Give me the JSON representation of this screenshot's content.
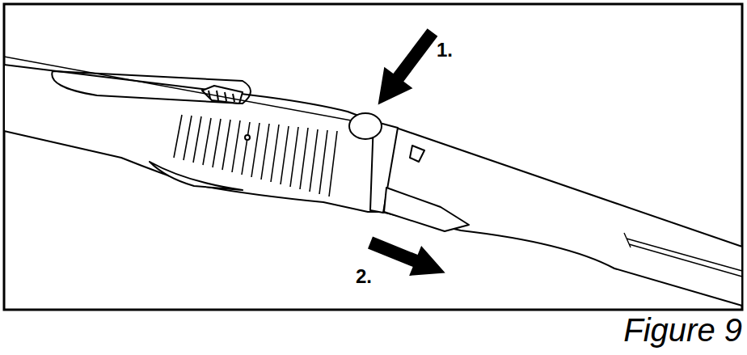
{
  "diagram": {
    "caption": "Figure 9",
    "labels": [
      "1.",
      "2."
    ]
  }
}
